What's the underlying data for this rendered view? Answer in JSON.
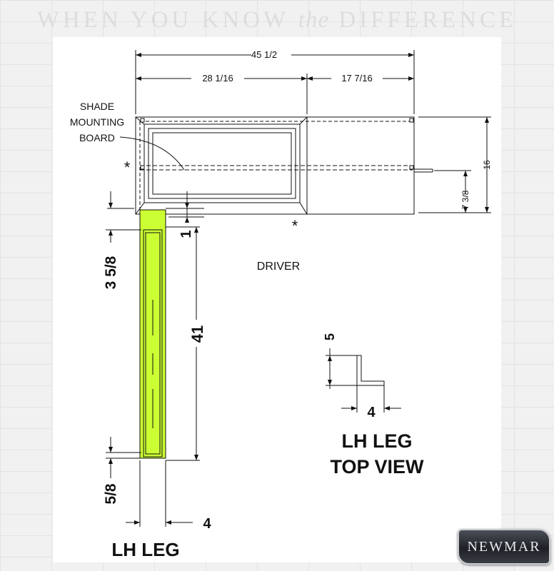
{
  "tagline": {
    "before": "WHEN YOU KNOW ",
    "em": "the",
    "after": " DIFFERENCE"
  },
  "dims": {
    "overall_width": "45 1/2",
    "left_width": "28 1/16",
    "right_width": "17 7/16",
    "depth": "16",
    "driver_depth": "7 3/8",
    "leg_offset": "1",
    "leg_length": "41",
    "top_gap": "3 5/8",
    "bottom_gap": "5/8",
    "leg_width": "4",
    "section_height": "5",
    "section_width": "4"
  },
  "labels": {
    "shade_line1": "SHADE",
    "shade_line2": "MOUNTING",
    "shade_line3": "BOARD",
    "driver": "DRIVER",
    "asterisk": "*",
    "lh_leg": "LH LEG",
    "top_view_line1": "LH LEG",
    "top_view_line2": "TOP VIEW"
  },
  "logo": {
    "text": "NEWMAR"
  },
  "colors": {
    "leg_fill": "#ccff33",
    "line": "#111111"
  }
}
